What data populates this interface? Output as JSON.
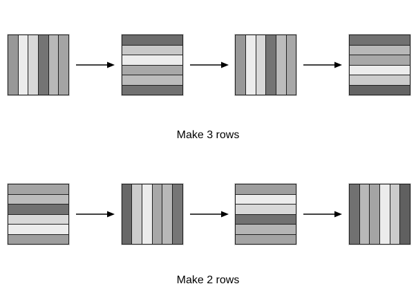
{
  "colors": {
    "background": "#ffffff",
    "stripe_border": "#1f1f1f",
    "block_halo": "#d4d4d4",
    "arrow": "#000000",
    "caption_text": "#000000"
  },
  "rows": [
    {
      "caption": "Make 3 rows",
      "panels": [
        {
          "step": 1,
          "orientation": "vertical",
          "stripes": [
            "#989898",
            "#ececec",
            "#d8d8d8",
            "#747474",
            "#b8b8b8",
            "#a4a4a4"
          ]
        },
        {
          "step": 2,
          "orientation": "horizontal",
          "stripes": [
            "#6c6c6c",
            "#c8c8c8",
            "#ececec",
            "#a8a8a8",
            "#bcbcbc",
            "#717171"
          ]
        },
        {
          "step": 3,
          "orientation": "vertical",
          "stripes": [
            "#989898",
            "#ececec",
            "#d8d8d8",
            "#747474",
            "#bcbcbc",
            "#a8a8a8"
          ]
        },
        {
          "step": 4,
          "orientation": "horizontal",
          "stripes": [
            "#717171",
            "#b8b8b8",
            "#a8a8a8",
            "#ececec",
            "#cccccc",
            "#646464"
          ]
        }
      ]
    },
    {
      "caption": "Make 2 rows",
      "panels": [
        {
          "step": 1,
          "orientation": "horizontal",
          "stripes": [
            "#a4a4a4",
            "#bcbcbc",
            "#717171",
            "#d8d8d8",
            "#ececec",
            "#9e9e9e"
          ]
        },
        {
          "step": 2,
          "orientation": "vertical",
          "stripes": [
            "#686868",
            "#cccccc",
            "#ececec",
            "#a8a8a8",
            "#b8b8b8",
            "#767676"
          ]
        },
        {
          "step": 3,
          "orientation": "horizontal",
          "stripes": [
            "#9e9e9e",
            "#ececec",
            "#d8d8d8",
            "#717171",
            "#b5b5b5",
            "#a4a4a4"
          ]
        },
        {
          "step": 4,
          "orientation": "vertical",
          "stripes": [
            "#717171",
            "#b8b8b8",
            "#a4a4a4",
            "#ececec",
            "#cccccc",
            "#606060"
          ]
        }
      ]
    }
  ]
}
